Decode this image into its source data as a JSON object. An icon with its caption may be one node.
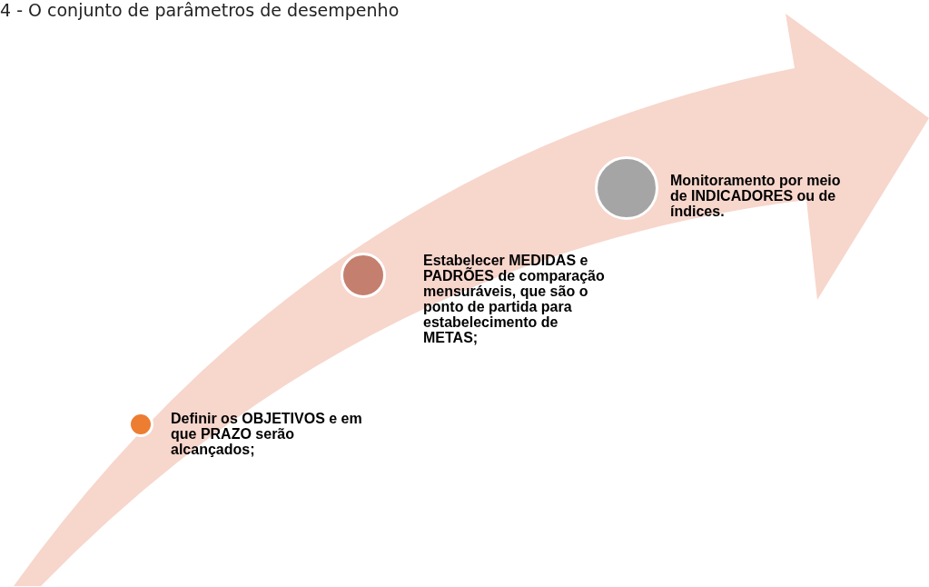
{
  "diagram": {
    "title": "4 - O conjunto de parâmetros de desempenho",
    "nodes": [
      {
        "text": [],
        "shape": "circle",
        "beside": [
          "Definir os OBJETIVOS e em que PRAZO serão alcançados;"
        ]
      },
      {
        "text": [],
        "shape": "circle",
        "beside": [
          "Estabelecer MEDIDAS e PADRÕES de comparação mensuráveis, que são o ponto de partida para estabelecimento de METAS;"
        ]
      },
      {
        "text": [],
        "shape": "circle",
        "beside": [
          "Monitoramento por meio de INDICADORES ou de índices."
        ]
      }
    ]
  }
}
